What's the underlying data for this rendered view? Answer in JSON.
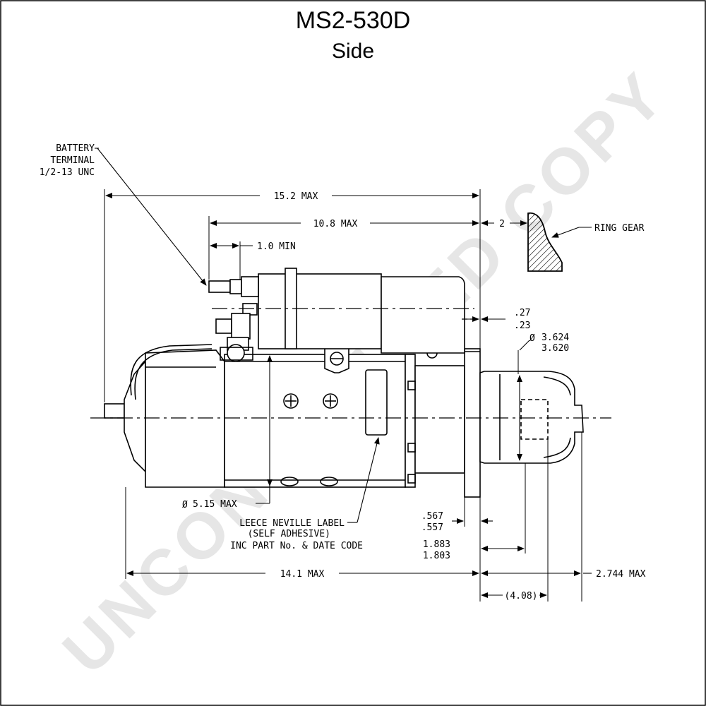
{
  "title": "MS2-530D",
  "subtitle": "Side",
  "watermark": "UNCONTROLLED COPY",
  "labels": {
    "battery_terminal": [
      "BATTERY",
      "TERMINAL",
      "1/2-13 UNC"
    ],
    "ring_gear": "RING GEAR",
    "label_note": [
      "LEECE NEVILLE LABEL",
      "(SELF ADHESIVE)",
      "INC PART No. & DATE CODE"
    ]
  },
  "dimensions": {
    "overall_max": "15.2 MAX",
    "solenoid_max": "10.8 MAX",
    "terminal_min": "1.0 MIN",
    "gear_gap": "2",
    "flange_thk_hi": ".27",
    "flange_thk_lo": ".23",
    "pilot_dia_hi": "3.624",
    "pilot_dia_lo": "3.620",
    "body_dia": "5.15 MAX",
    "mount_a_hi": ".567",
    "mount_a_lo": ".557",
    "mount_b_hi": "1.883",
    "mount_b_lo": "1.803",
    "body_len": "14.1 MAX",
    "nose_len": "2.744 MAX",
    "ref_len": "(4.08)"
  },
  "colors": {
    "line": "#000000",
    "watermark": "#e6e6e6",
    "border": "#000000"
  }
}
